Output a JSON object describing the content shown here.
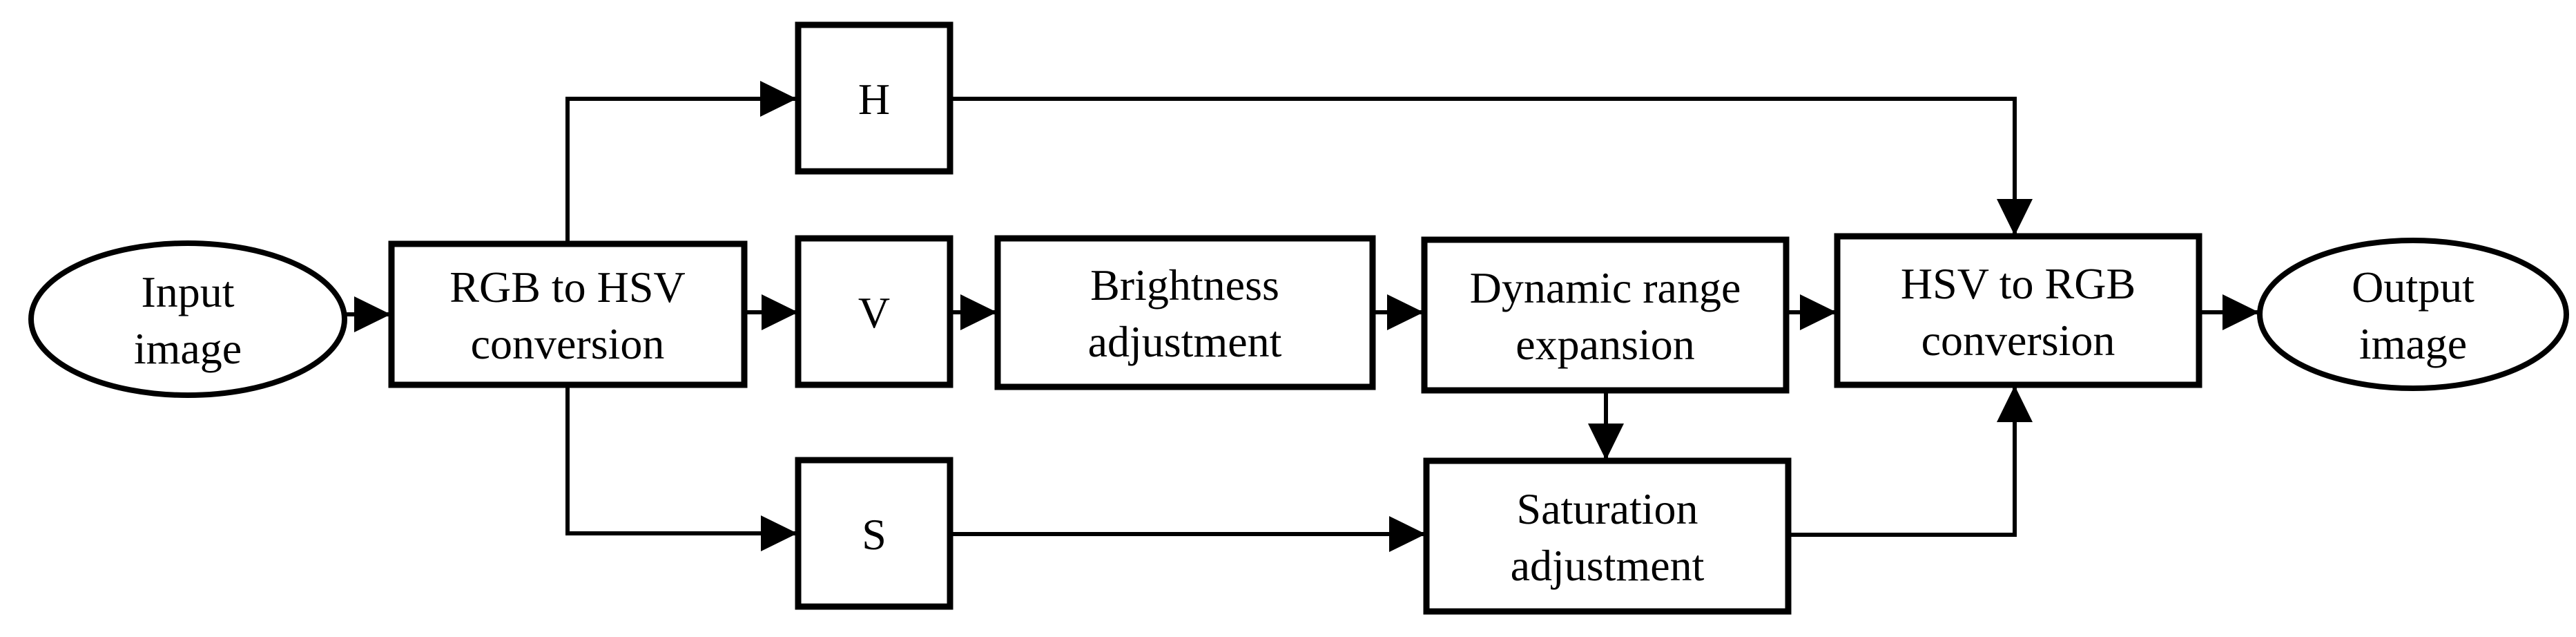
{
  "diagram": {
    "colors": {
      "background": "#ffffff",
      "stroke": "#000000",
      "text": "#000000"
    },
    "nodes": {
      "input": {
        "shape": "ellipse",
        "lines": [
          "Input",
          "image"
        ]
      },
      "rgb_to_hsv": {
        "shape": "rect",
        "lines": [
          "RGB to HSV",
          "conversion"
        ]
      },
      "h": {
        "shape": "rect",
        "lines": [
          "H"
        ]
      },
      "v": {
        "shape": "rect",
        "lines": [
          "V"
        ]
      },
      "s": {
        "shape": "rect",
        "lines": [
          "S"
        ]
      },
      "brightness": {
        "shape": "rect",
        "lines": [
          "Brightness",
          "adjustment"
        ]
      },
      "dynamic": {
        "shape": "rect",
        "lines": [
          "Dynamic range",
          "expansion"
        ]
      },
      "saturation": {
        "shape": "rect",
        "lines": [
          "Saturation",
          "adjustment"
        ]
      },
      "hsv_to_rgb": {
        "shape": "rect",
        "lines": [
          "HSV to RGB",
          "conversion"
        ]
      },
      "output": {
        "shape": "ellipse",
        "lines": [
          "Output",
          "image"
        ]
      }
    },
    "edges": [
      {
        "from": "input",
        "to": "rgb_to_hsv"
      },
      {
        "from": "rgb_to_hsv",
        "to": "h"
      },
      {
        "from": "rgb_to_hsv",
        "to": "v"
      },
      {
        "from": "rgb_to_hsv",
        "to": "s"
      },
      {
        "from": "v",
        "to": "brightness"
      },
      {
        "from": "brightness",
        "to": "dynamic"
      },
      {
        "from": "dynamic",
        "to": "hsv_to_rgb"
      },
      {
        "from": "h",
        "to": "hsv_to_rgb"
      },
      {
        "from": "dynamic",
        "to": "saturation"
      },
      {
        "from": "s",
        "to": "saturation"
      },
      {
        "from": "saturation",
        "to": "hsv_to_rgb"
      },
      {
        "from": "hsv_to_rgb",
        "to": "output"
      }
    ]
  }
}
